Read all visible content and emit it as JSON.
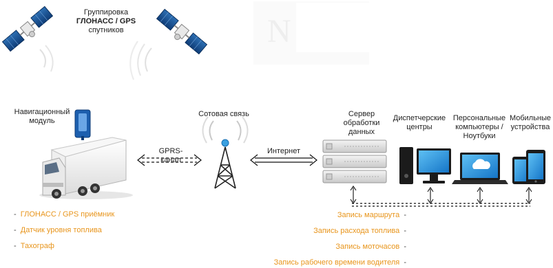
{
  "satellites": {
    "group_label_line1": "Группировка",
    "group_label_line2": "ГЛОНАСС / GPS",
    "group_label_line3": "спутников"
  },
  "watermark": "N",
  "nodes": {
    "nav_module": {
      "line1": "Навигационный",
      "line2": "модуль"
    },
    "cellular": "Сотовая связь",
    "server": {
      "line1": "Сервер",
      "line2": "обработки",
      "line3": "данных"
    },
    "dispatch": {
      "line1": "Диспетчерские",
      "line2": "центры"
    },
    "pc": {
      "line1": "Персональные",
      "line2": "компьютеры /",
      "line3": "Ноутбуки"
    },
    "mobile": {
      "line1": "Мобильные",
      "line2": "устройства"
    }
  },
  "links": {
    "gprs": "GPRS-канал",
    "internet": "Интернет"
  },
  "truck_features": [
    "ГЛОНАСС / GPS приёмник",
    "Датчик уровня топлива",
    "Тахограф"
  ],
  "server_features": [
    "Запись маршрута",
    "Запись расхода топлива",
    "Запись моточасов",
    "Запись рабочего времени водителя"
  ],
  "colors": {
    "accent_orange": "#e8951c",
    "screen_blue": "#1e8fd8",
    "device_dark": "#222222"
  }
}
